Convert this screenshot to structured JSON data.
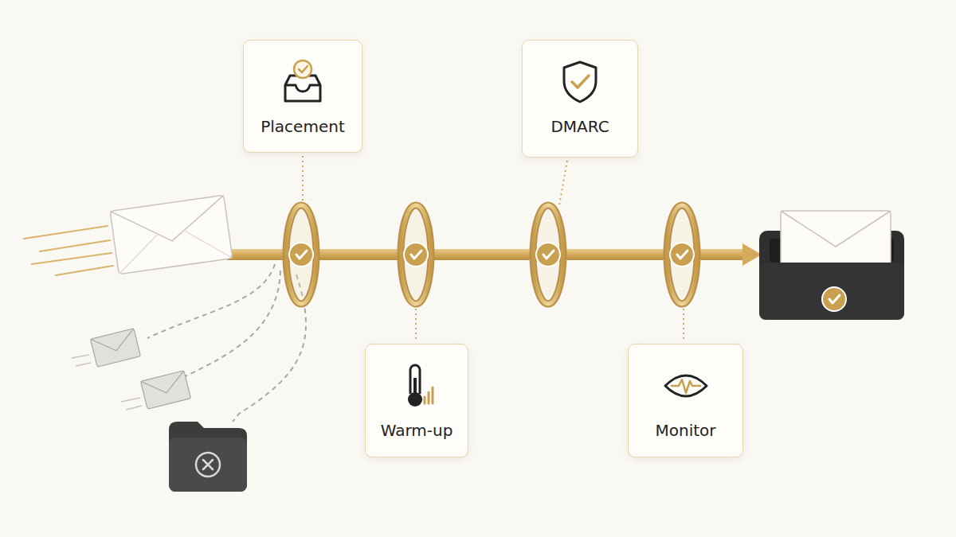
{
  "diagram": {
    "nodes": [
      {
        "text": [
          "Placement"
        ]
      },
      {
        "text": [
          "DMARC"
        ]
      },
      {
        "text": [
          "Warm-up"
        ]
      },
      {
        "text": [
          "Monitor"
        ]
      }
    ]
  }
}
